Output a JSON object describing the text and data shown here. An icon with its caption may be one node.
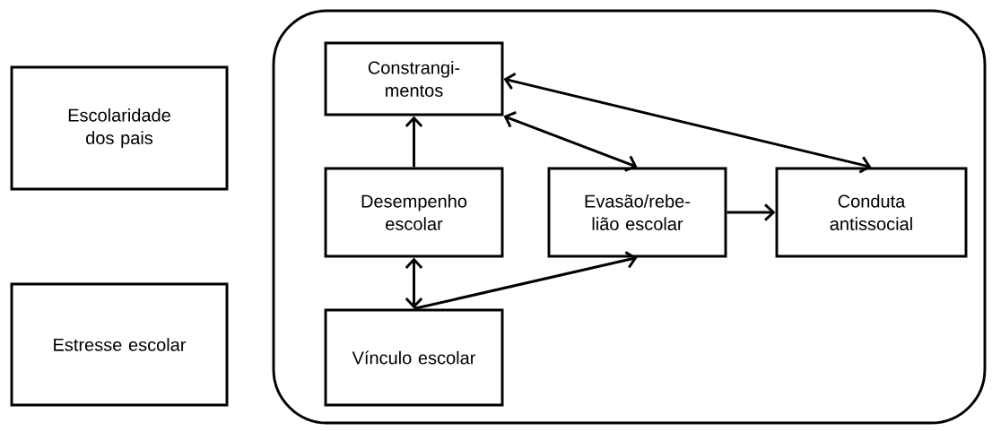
{
  "diagram": {
    "nodes": [
      {
        "text": [
          "Escolaridade dos pais"
        ]
      },
      {
        "text": [],
        "shape": "box"
      },
      {
        "text": [
          "Constrangi- mentos"
        ],
        "in": 1
      },
      {
        "text": [
          "Desempenho escolar"
        ],
        "in": 1
      },
      {
        "text": [
          "Evasão/rebe- lião escolar"
        ],
        "in": 1
      },
      {
        "text": [
          "Conduta antissocial"
        ],
        "in": 1
      },
      {
        "text": [
          "Estresse escolar"
        ]
      },
      {
        "text": [
          "Vínculo escolar"
        ],
        "in": 1
      }
    ],
    "edges": [
      {
        "from": 3,
        "to": 2,
        "arrow": "to"
      },
      {
        "from": 2,
        "to": 5,
        "arrow": "both"
      },
      {
        "from": 2,
        "to": 4,
        "arrow": "both"
      },
      {
        "from": 4,
        "to": 5,
        "arrow": "to"
      },
      {
        "from": 3,
        "to": 7,
        "arrow": "both"
      },
      {
        "from": 7,
        "to": 4,
        "arrow": "to"
      }
    ]
  }
}
